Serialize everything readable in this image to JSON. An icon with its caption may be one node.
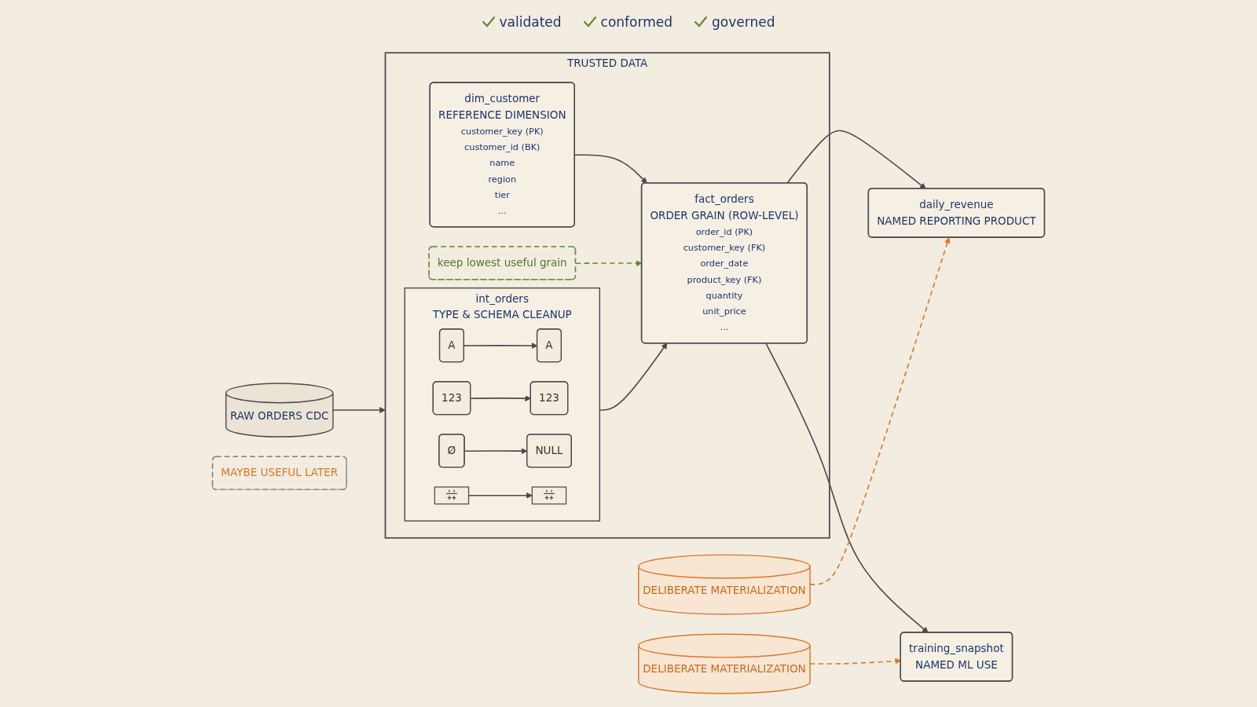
{
  "diagram": {
    "nodes": [
      {
        "text": [
          "RAW ORDERS CDC"
        ]
      },
      {
        "text": [
          "TRUSTED DATA"
        ]
      },
      {
        "text": [
          "int_orders",
          "TYPE & SCHEMA CLEANUP"
        ],
        "in": 1
      },
      {
        "text": [
          "A"
        ],
        "in": 2
      },
      {
        "text": [
          "A"
        ],
        "in": 2
      },
      {
        "text": [
          "123"
        ],
        "in": 2
      },
      {
        "text": [
          "123"
        ],
        "in": 2
      },
      {
        "text": [
          "Ø"
        ],
        "in": 2
      },
      {
        "text": [
          "NULL"
        ],
        "in": 2
      },
      {
        "text": [],
        "shape": "picture",
        "in": 2
      },
      {
        "text": [],
        "shape": "picture",
        "in": 2
      },
      {
        "text": [
          "dim_customer",
          "REFERENCE DIMENSION",
          "customer_key (PK)",
          "customer_id (BK)",
          "name",
          "region",
          "tier",
          "..."
        ],
        "in": 1
      },
      {
        "text": [
          "fact_orders",
          "ORDER GRAIN (ROW-LEVEL)",
          "order_id (PK)",
          "customer_key (FK)",
          "order_date",
          "product_key (FK)",
          "quantity",
          "unit_price",
          "..."
        ],
        "in": 1
      },
      {
        "text": [
          "keep lowest useful grain"
        ],
        "in": 1
      },
      {
        "text": [
          "daily_revenue",
          "NAMED REPORTING PRODUCT"
        ]
      },
      {
        "text": [
          "DELIBERATE MATERIALIZATION"
        ]
      },
      {
        "text": [
          "training_snapshot",
          "NAMED ML USE"
        ]
      },
      {
        "text": [
          "DELIBERATE MATERIALIZATION"
        ]
      },
      {
        "text": [
          "MAYBE USEFUL LATER"
        ]
      }
    ],
    "edges": [
      {
        "from": 0,
        "to": 1,
        "arrow": "to"
      },
      {
        "from": 3,
        "to": 4,
        "arrow": "to"
      },
      {
        "from": 5,
        "to": 6,
        "arrow": "to"
      },
      {
        "from": 7,
        "to": 8,
        "arrow": "to"
      },
      {
        "from": 9,
        "to": 10,
        "arrow": "to"
      },
      {
        "from": 2,
        "to": 12,
        "arrow": "to"
      },
      {
        "from": 11,
        "to": 12,
        "arrow": "to"
      },
      {
        "from": 12,
        "to": 14,
        "arrow": "to"
      },
      {
        "from": 12,
        "to": 16,
        "arrow": "to"
      },
      {
        "from": 13,
        "to": 12,
        "arrow": "to",
        "style": "dashed",
        "color": "#5f8a3c"
      },
      {
        "from": 15,
        "to": 14,
        "arrow": "to",
        "style": "dashed",
        "color": "#d9782d"
      },
      {
        "from": 17,
        "to": 16,
        "arrow": "to",
        "style": "dashed",
        "color": "#d9782d"
      }
    ],
    "labels": [
      "validated",
      "conformed",
      "governed"
    ]
  }
}
